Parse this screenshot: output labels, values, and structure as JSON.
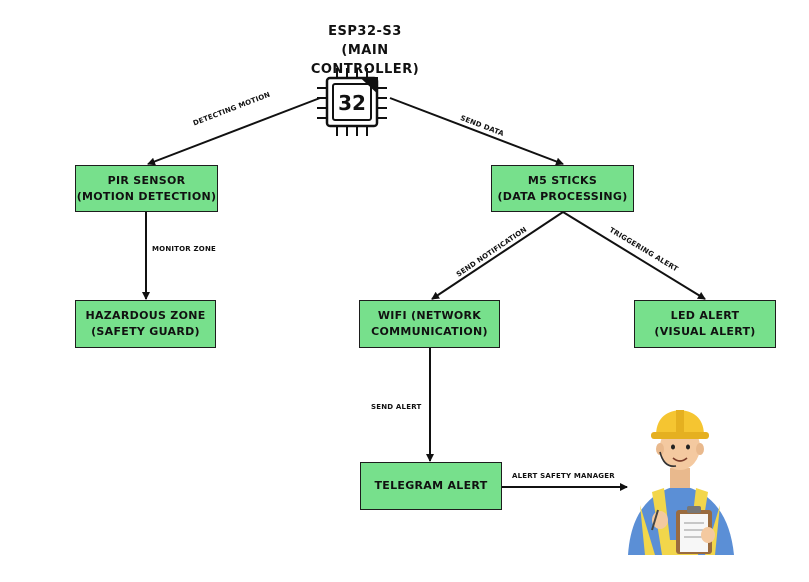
{
  "controller": {
    "line1": "ESP32-S3",
    "line2": "(MAIN CONTROLLER)",
    "chip_label": "32"
  },
  "nodes": {
    "pir": {
      "line1": "PIR SENSOR",
      "line2": "(MOTION DETECTION)"
    },
    "hazard": {
      "line1": "HAZARDOUS ZONE",
      "line2": "(SAFETY GUARD)"
    },
    "m5": {
      "line1": "M5 STICKS",
      "line2": "(DATA PROCESSING)"
    },
    "wifi": {
      "line1": "WIFI (NETWORK",
      "line2": "COMMUNICATION)"
    },
    "led": {
      "line1": "LED ALERT",
      "line2": "(VISUAL ALERT)"
    },
    "telegram": {
      "line1": "TELEGRAM ALERT"
    }
  },
  "edges": {
    "detecting_motion": "DETECTING MOTION",
    "send_data": "SEND DATA",
    "monitor_zone": "MONITOR ZONE",
    "send_notification": "SEND NOTIFICATION",
    "triggering_alert": "TRIGGERING ALERT",
    "send_alert": "SEND ALERT",
    "alert_safety_manager": "ALERT SAFETY MANAGER"
  },
  "colors": {
    "node_fill": "#77e08c",
    "stroke": "#1d1d1d",
    "helmet": "#f5c531",
    "shirt": "#5b8fd6",
    "vest": "#f2d64b"
  }
}
